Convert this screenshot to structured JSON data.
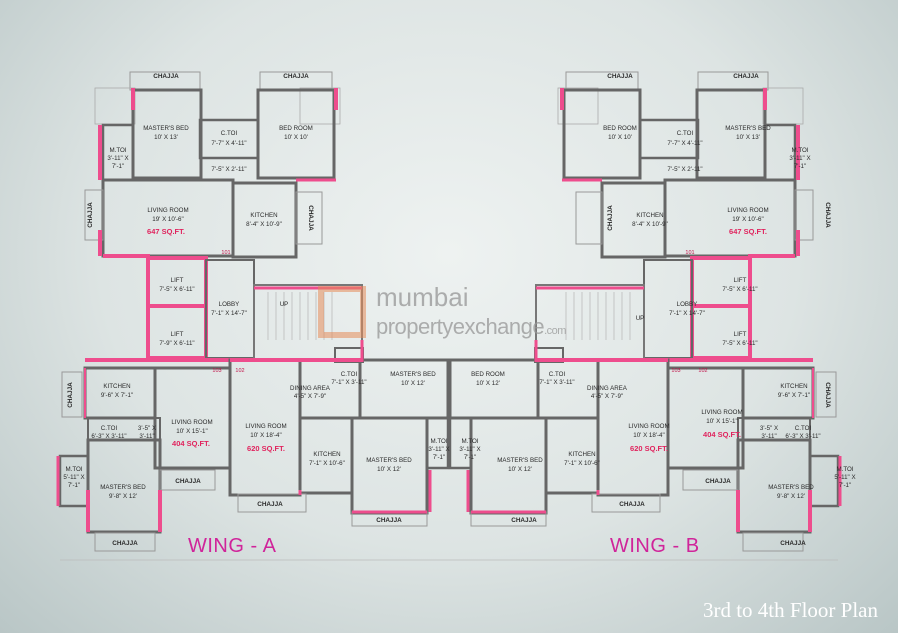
{
  "rooms": {
    "chajja": "CHAJJA",
    "masters_bed": "MASTER'S BED",
    "bed_room": "BED ROOM",
    "c_toi": "C.TOI",
    "m_toi": "M.TOI",
    "living_room": "LIVING ROOM",
    "kitchen": "KITCHEN",
    "lift": "LIFT",
    "lobby": "LOBBY",
    "dining_area": "DINING AREA",
    "up": "UP"
  },
  "dims": {
    "mb_10x13": "10' X 13'",
    "br_10x10": "10' X 10'",
    "ctoi_7_7": "7'-7\" X 4'-11\"",
    "pass_7_5": "7'-5\" X 2'-11\"",
    "mtoi_3_11a": "3'-11\" X",
    "mtoi_3_11b": "7'-1\"",
    "lr_19x10": "19' X 10'-6\"",
    "kit_8_4": "8'-4\" X 10'-9\"",
    "lift_a": "7'-5\" X 6'-11\"",
    "lift_b": "7'-9\" X 6'-11\"",
    "lobby": "7'-1\" X 14'-7\"",
    "kit_9_6": "9'-6\" X 7'-1\"",
    "lr_10x15": "10' X 15'-1\"",
    "ctoi_6_3": "6'-3\" X 3'-11\"",
    "pass_3_5": "3'-5\" X",
    "pass_3_5b": "3'-11\"",
    "mtoi_5_11a": "5'-11\" X",
    "mtoi_5_11b": "7'-1\"",
    "mb_9x12": "9'-8\" X 12'",
    "lr_10x18": "10' X 18'-4\"",
    "kit_7_1": "7'-1\" X 10'-6\"",
    "mb_10x12": "10' X 12'",
    "ctoi_7_1": "7'-1\" X 3'-11\"",
    "dining": "4'-5\" X 7'-9\""
  },
  "areas": {
    "a647": "647 SQ.FT.",
    "a404": "404 SQ.FT.",
    "a620": "620 SQ.FT."
  },
  "flat_numbers": {
    "n101": "101",
    "n102": "102",
    "n103": "103"
  },
  "watermark": {
    "line1": "mumbai",
    "line2": "propertyexchange",
    "line2_suffix": ".com"
  },
  "wing_a": "WING - A",
  "wing_b": "WING - B",
  "caption": "3rd to 4th Floor Plan",
  "colors": {
    "wall": "#666666",
    "accent_wall": "#ee4d8d",
    "area_text": "#e0245e",
    "wing_text": "#d0249a"
  }
}
